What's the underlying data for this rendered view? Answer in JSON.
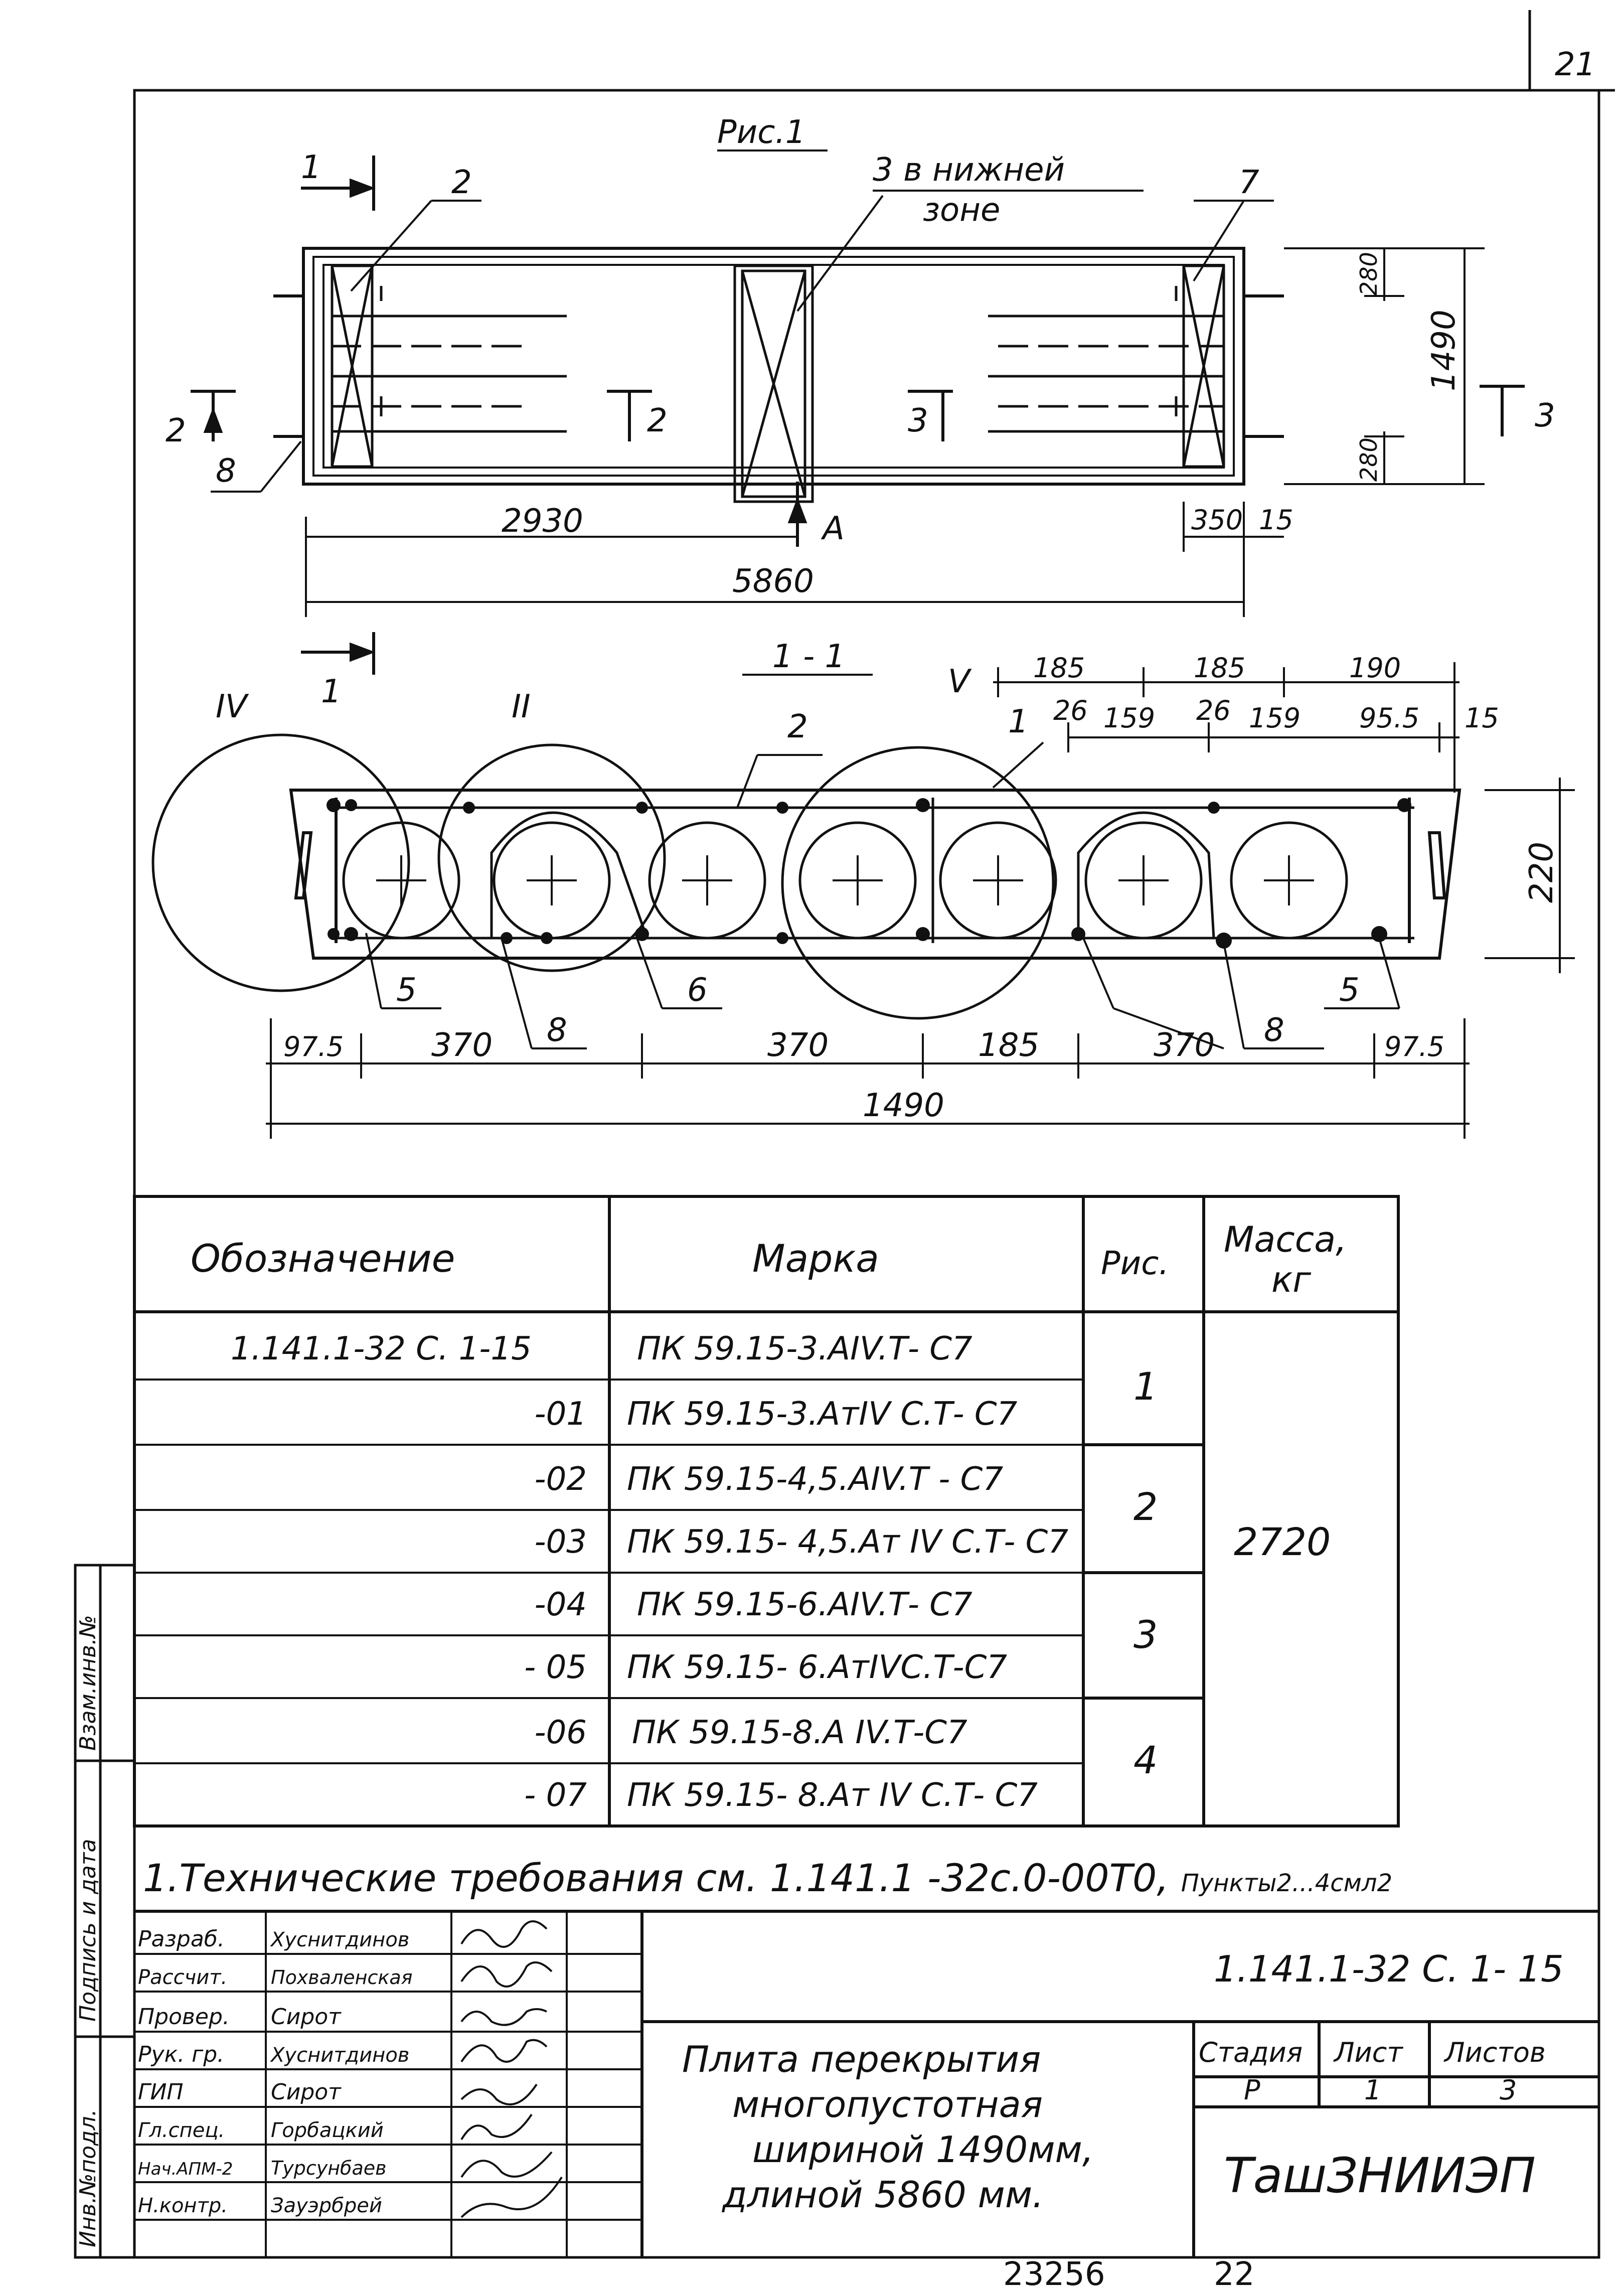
{
  "page_number": "21",
  "figure": {
    "title": "Рис.1",
    "note_bottom_zone": "3 в нижней",
    "note_bottom_zone_2": "зоне",
    "callouts_plan": [
      "2",
      "7",
      "8"
    ],
    "section_marks": [
      "1",
      "2",
      "2",
      "3",
      "3",
      "1"
    ],
    "arrow_A": "A",
    "dims_plan": {
      "left": "2930",
      "total": "5860",
      "d350": "350",
      "d15": "15",
      "width": "1490",
      "e1": "280",
      "e2": "280"
    }
  },
  "section": {
    "title": "1 - 1",
    "roman": [
      "IV",
      "II",
      "V"
    ],
    "callouts": [
      "2",
      "1",
      "5",
      "8",
      "6",
      "8",
      "5"
    ],
    "dims_top": [
      "185",
      "185",
      "190",
      "26",
      "159",
      "26",
      "159",
      "95.5",
      "15"
    ],
    "dims_bottom": [
      "97.5",
      "370",
      "370",
      "185",
      "370",
      "97.5"
    ],
    "total": "1490",
    "height": "220"
  },
  "table": {
    "headers": [
      "Обозначение",
      "Марка",
      "Рис.",
      "Масса,",
      "кг"
    ],
    "rows": [
      {
        "designation": "1.141.1-32 С. 1-15",
        "mark": "ПК 59.15-3.АIV.Т- С7"
      },
      {
        "designation": "-01",
        "mark": "ПК 59.15-3.АтIV С.Т- С7"
      },
      {
        "designation": "-02",
        "mark": "ПК 59.15-4,5.АIV.Т - С7"
      },
      {
        "designation": "-03",
        "mark": "ПК 59.15- 4,5.Ат IV С.Т- С7"
      },
      {
        "designation": "-04",
        "mark": "ПК 59.15-6.АIV.Т- С7"
      },
      {
        "designation": "- 05",
        "mark": "ПК 59.15- 6.АтIVС.Т-С7"
      },
      {
        "designation": "-06",
        "mark": "ПК 59.15-8.А IV.Т-С7"
      },
      {
        "designation": "- 07",
        "mark": "ПК 59.15- 8.Ат IV С.Т- С7"
      }
    ],
    "figures": [
      "1",
      "2",
      "3",
      "4"
    ],
    "mass": "2720"
  },
  "tech_note_main": "1.Технические требования см. 1.141.1 -32с.0-00Т0,",
  "tech_note_small": "Пункты2...4смл2",
  "side_labels": [
    "Инв.№подл.",
    "Подпись и дата",
    "Взам.инв.№"
  ],
  "title_block": {
    "code": "1.141.1-32 С. 1- 15",
    "roles": [
      {
        "role": "Разраб.",
        "name": "Хуснитдинов"
      },
      {
        "role": "Рассчит.",
        "name": "Похваленская"
      },
      {
        "role": "Провер.",
        "name": "Сирот"
      },
      {
        "role": "Рук. гр.",
        "name": "Хуснитдинов"
      },
      {
        "role": "ГИП",
        "name": "Сирот"
      },
      {
        "role": "Гл.спец.",
        "name": "Горбацкий"
      },
      {
        "role": "Нач.АПМ-2",
        "name": "Турсунбаев"
      },
      {
        "role": "Н.контр.",
        "name": "Зауэрбрей"
      }
    ],
    "product_title": [
      "Плита перекрытия",
      "многопустотная",
      "шириной 1490мм,",
      "длиной 5860 мм."
    ],
    "stage_header": "Стадия",
    "sheet_header": "Лист",
    "sheets_header": "Листов",
    "stage": "Р",
    "sheet": "1",
    "sheets": "3",
    "organization": "ТашЗНИИЭП"
  },
  "footer": {
    "number": "23256",
    "format": "22"
  }
}
